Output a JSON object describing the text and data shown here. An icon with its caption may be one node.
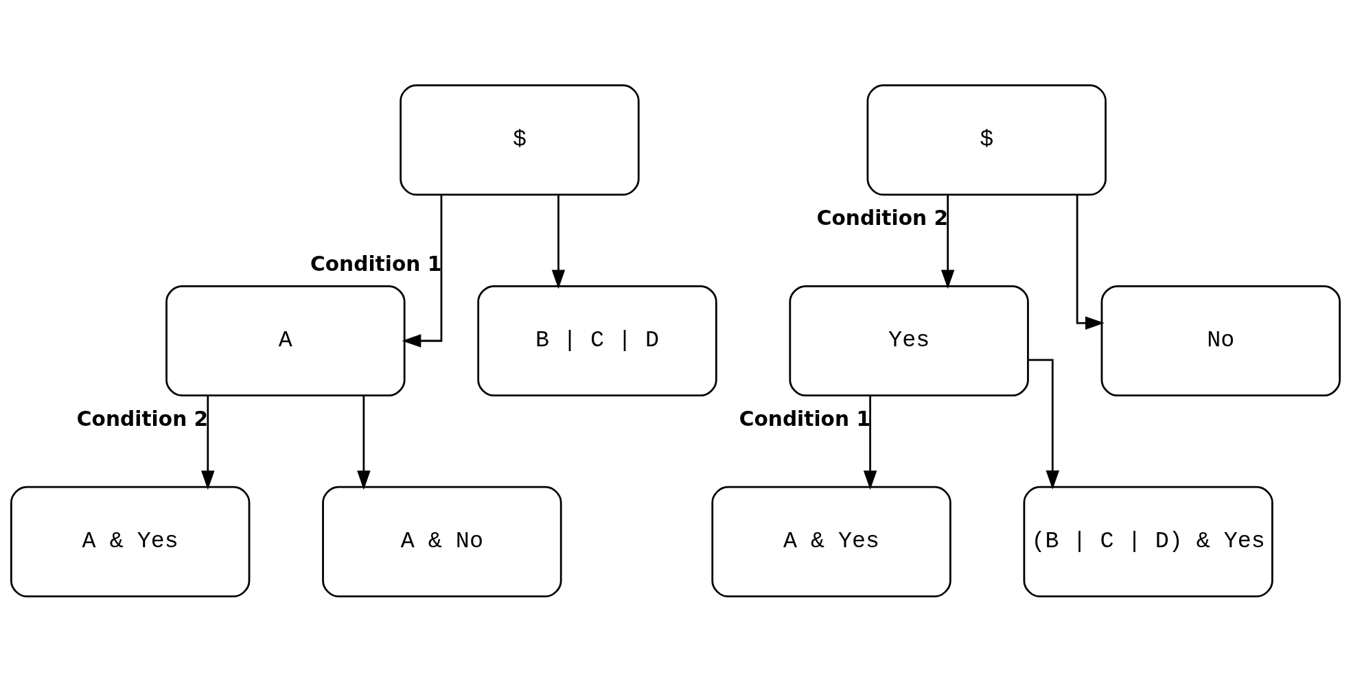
{
  "diagram": {
    "nodes": [
      {
        "text": [
          "$"
        ]
      },
      {
        "text": [
          "A"
        ]
      },
      {
        "text": [
          "B | C | D"
        ]
      },
      {
        "text": [
          "A & Yes"
        ]
      },
      {
        "text": [
          "A & No"
        ]
      },
      {
        "text": [
          "$"
        ]
      },
      {
        "text": [
          "Yes"
        ]
      },
      {
        "text": [
          "No"
        ]
      },
      {
        "text": [
          "A & Yes"
        ]
      },
      {
        "text": [
          "(B | C | D) & Yes"
        ]
      }
    ],
    "edges": [
      {
        "from": 0,
        "to": 1,
        "arrow": "to",
        "label": "Condition 1"
      },
      {
        "from": 0,
        "to": 2,
        "arrow": "to"
      },
      {
        "from": 1,
        "to": 3,
        "arrow": "to",
        "label": "Condition 2"
      },
      {
        "from": 1,
        "to": 4,
        "arrow": "to"
      },
      {
        "from": 5,
        "to": 6,
        "arrow": "to",
        "label": "Condition 2"
      },
      {
        "from": 5,
        "to": 7,
        "arrow": "to"
      },
      {
        "from": 6,
        "to": 8,
        "arrow": "to",
        "label": "Condition 1"
      },
      {
        "from": 6,
        "to": 9,
        "arrow": "to"
      }
    ]
  }
}
